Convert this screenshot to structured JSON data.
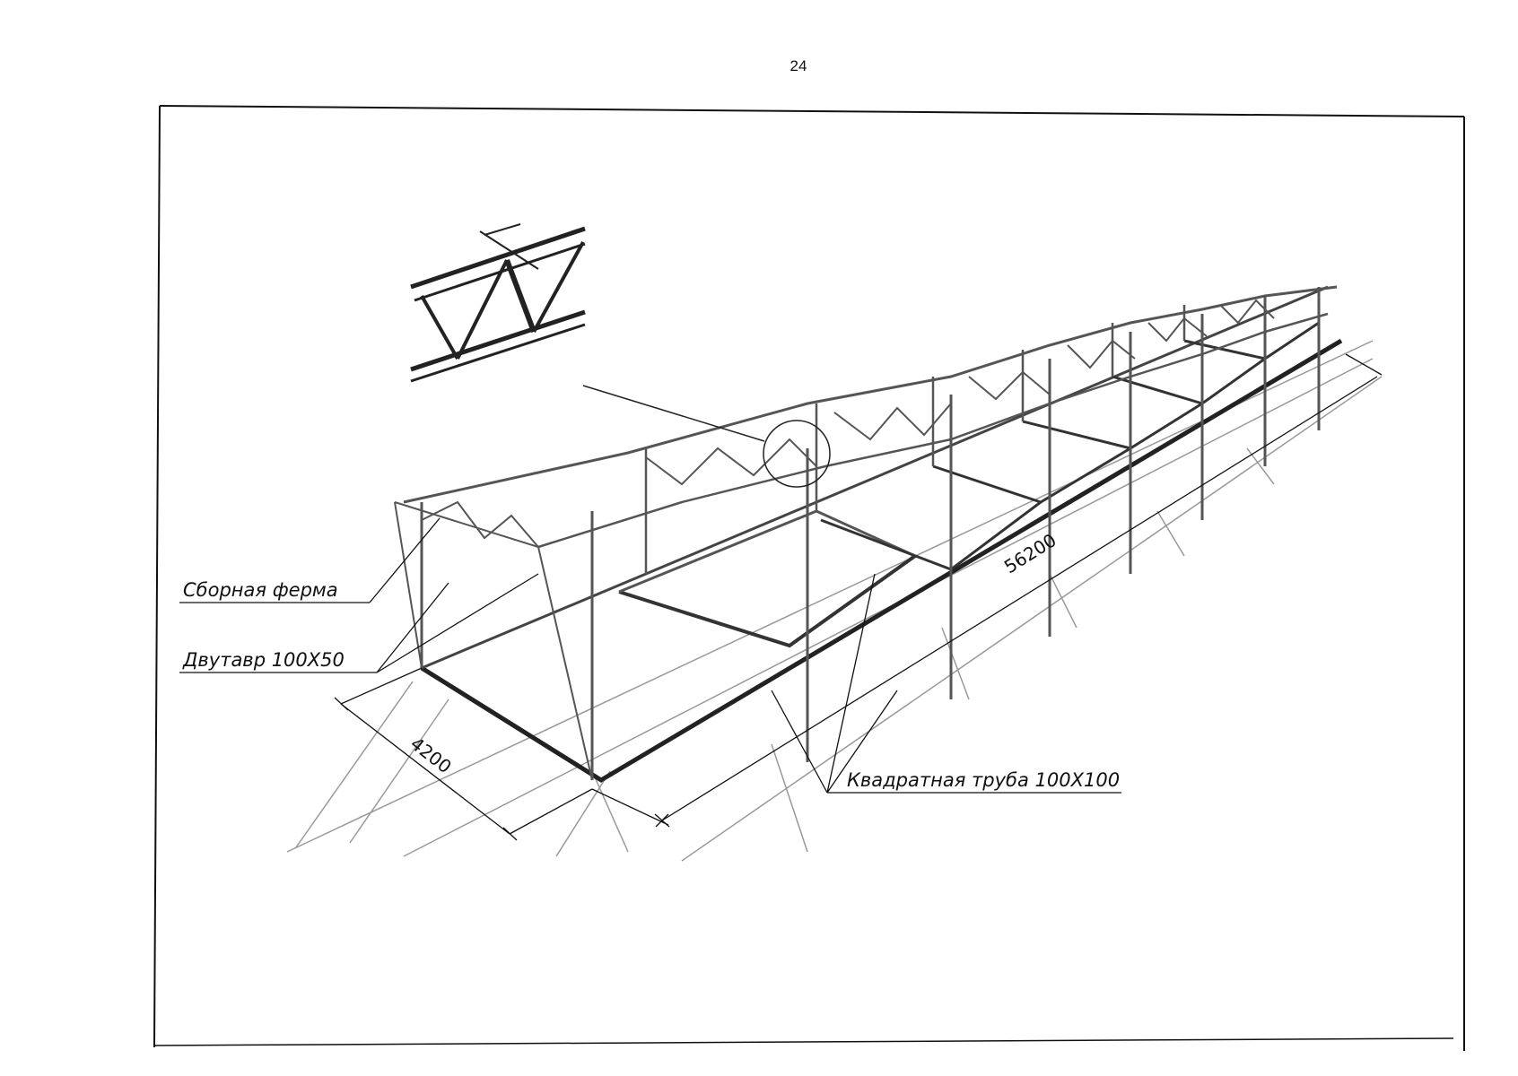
{
  "page_number": "24",
  "labels": {
    "truss": "Сборная ферма",
    "ibeam": "Двутавр 100Х50",
    "square_tube": "Квадратная труба 100Х100"
  },
  "dimensions": {
    "width": "4200",
    "length": "56200"
  }
}
